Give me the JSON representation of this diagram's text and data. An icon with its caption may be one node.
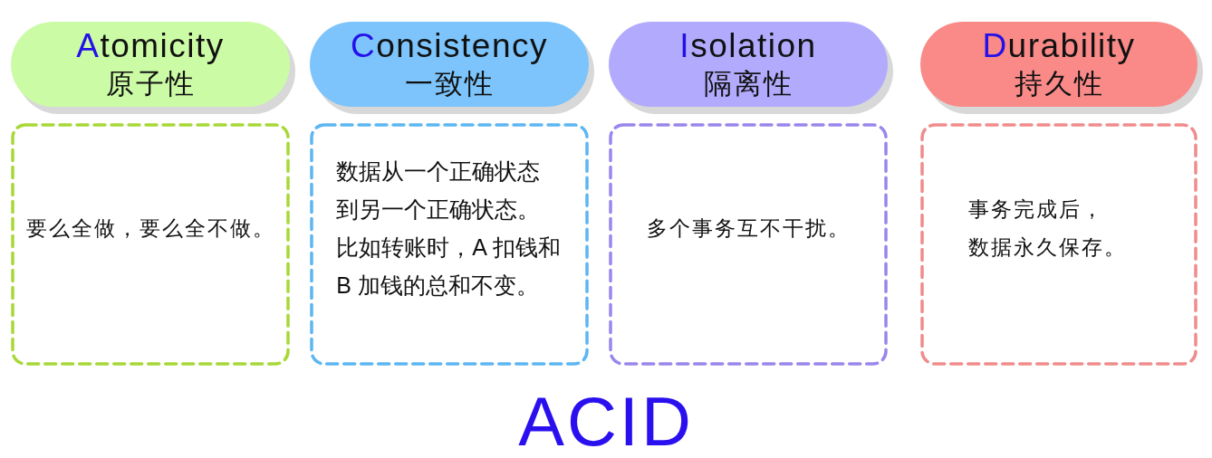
{
  "diagram": {
    "title": "ACID",
    "nodes": [
      {
        "text": [
          "Atomicity",
          "原子性"
        ]
      },
      {
        "text": [
          "Consistency",
          "一致性"
        ]
      },
      {
        "text": [
          "Isolation",
          "隔离性"
        ]
      },
      {
        "text": [
          "Durability",
          "持久性"
        ]
      },
      {
        "text": [
          "要么全做，要么全不做。"
        ]
      },
      {
        "text": [
          "数据从一个正确状态到另一个正确状态。比如转账时，A 扣钱和 B 加钱的总和不变。"
        ]
      },
      {
        "text": [
          "多个事务互不干扰。"
        ]
      },
      {
        "text": [
          "事务完成后，数据永久保存。"
        ]
      }
    ]
  }
}
